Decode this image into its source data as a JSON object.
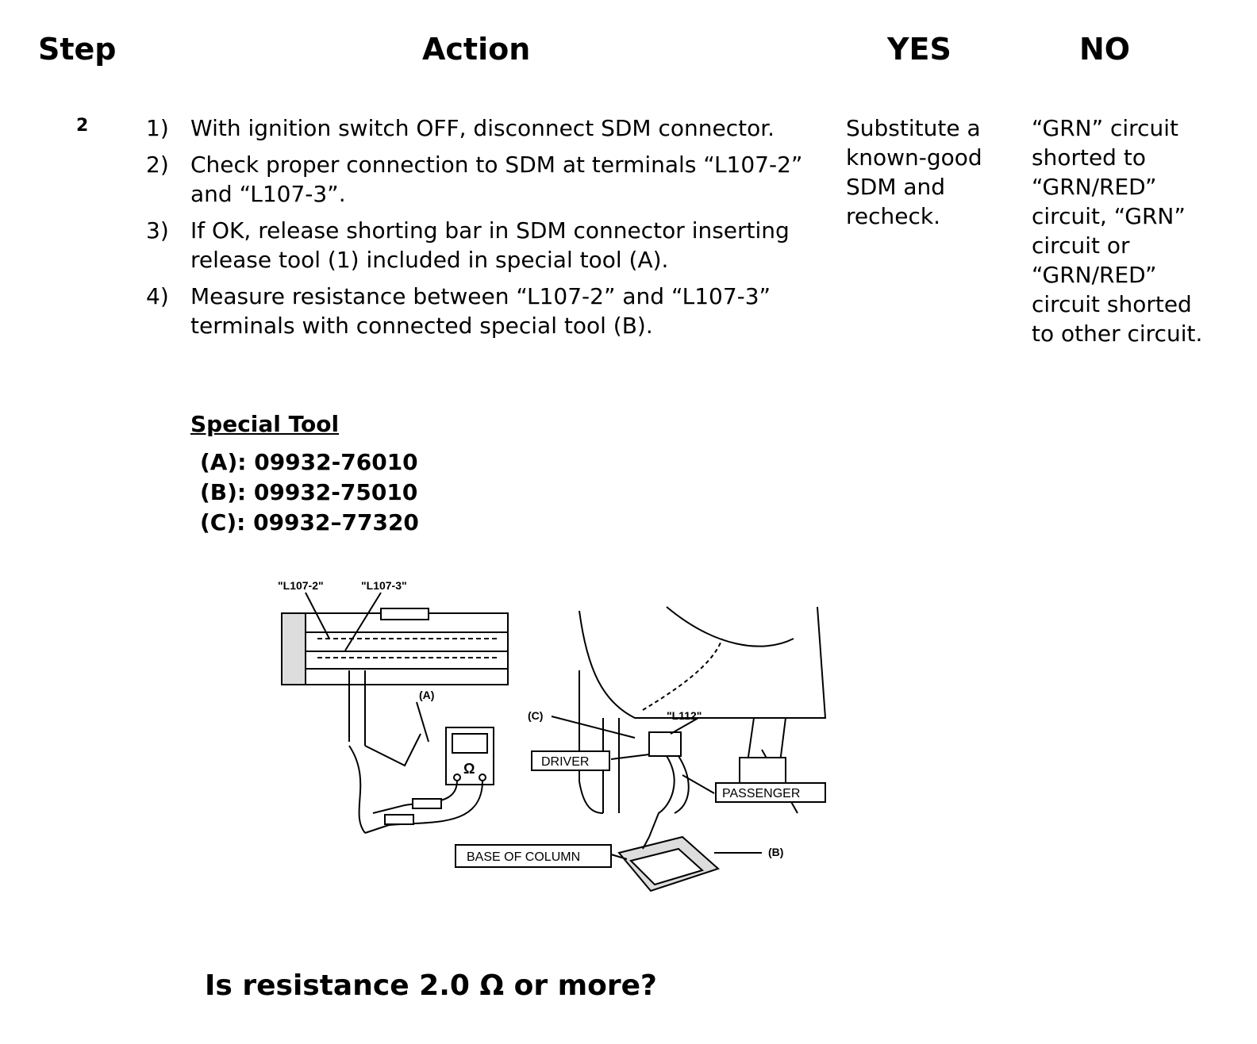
{
  "headers": {
    "step": "Step",
    "action": "Action",
    "yes": "YES",
    "no": "NO"
  },
  "step_number": "2",
  "action_items": [
    {
      "num": "1)",
      "text": "With ignition switch OFF, disconnect SDM connector."
    },
    {
      "num": "2)",
      "text": "Check proper connection to SDM at terminals “L107-2” and “L107-3”."
    },
    {
      "num": "3)",
      "text": "If OK, release shorting bar in SDM connector inserting release tool (1) included in special tool (A)."
    },
    {
      "num": "4)",
      "text": "Measure resistance between “L107-2” and “L107-3” terminals with connected special tool (B)."
    }
  ],
  "special_tool": {
    "heading": "Special Tool",
    "tools": [
      "(A): 09932-76010",
      "(B): 09932-75010",
      "(C): 09932–77320"
    ]
  },
  "yes_text": "Substitute a known-good SDM and recheck.",
  "no_text": "“GRN” circuit shorted to “GRN/RED” circuit, “GRN” circuit or “GRN/RED” circuit shorted to other circuit.",
  "illustration": {
    "label_l107_2": "\"L107-2\"",
    "label_l107_3": "\"L107-3\"",
    "label_a": "(A)",
    "label_c": "(C)",
    "label_l112": "\"L112\"",
    "label_driver": "DRIVER",
    "label_passenger": "PASSENGER",
    "label_base": "BASE OF COLUMN",
    "label_b": "(B)",
    "ohm_symbol": "Ω"
  },
  "question": "Is resistance 2.0 Ω or more?"
}
